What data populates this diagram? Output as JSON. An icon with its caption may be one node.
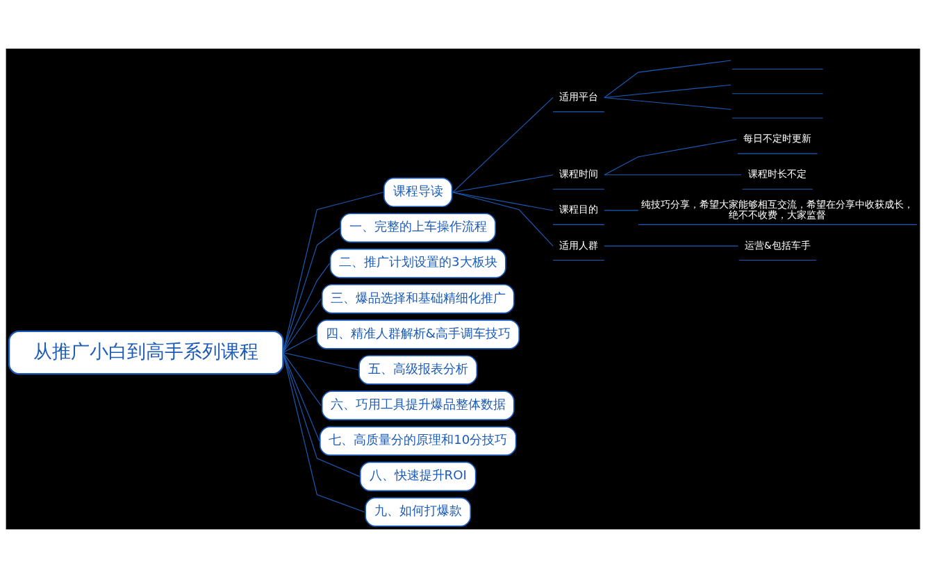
{
  "diagram": {
    "nodes": [
      {
        "text": [
          "从推广小白到高手系列课程"
        ]
      },
      {
        "text": [
          "课程导读"
        ]
      },
      {
        "text": [
          "适用平台"
        ]
      },
      {
        "text": [],
        "shape": "underline"
      },
      {
        "text": [],
        "shape": "underline"
      },
      {
        "text": [],
        "shape": "underline"
      },
      {
        "text": [
          "课程时间"
        ]
      },
      {
        "text": [
          "每日不定时更新"
        ]
      },
      {
        "text": [
          "课程时长不定"
        ]
      },
      {
        "text": [
          "课程目的"
        ]
      },
      {
        "text": [
          "纯技巧分享，希望大家能够相互交流，希望在分享中收获成长，绝不不收费，大家监督"
        ]
      },
      {
        "text": [
          "适用人群"
        ]
      },
      {
        "text": [
          "运营&包括车手"
        ]
      },
      {
        "text": [
          "一、完整的上车操作流程"
        ]
      },
      {
        "text": [
          "二、推广计划设置的3大板块"
        ]
      },
      {
        "text": [
          "三、爆品选择和基础精细化推广"
        ]
      },
      {
        "text": [
          "四、精准人群解析&高手调车技巧"
        ]
      },
      {
        "text": [
          "五、高级报表分析"
        ]
      },
      {
        "text": [
          "六、巧用工具提升爆品整体数据"
        ]
      },
      {
        "text": [
          "七、高质量分的原理和10分技巧"
        ]
      },
      {
        "text": [
          "八、快速提升ROI"
        ]
      },
      {
        "text": [
          "九、如何打爆款"
        ]
      }
    ],
    "edges": [
      {
        "from": 0,
        "to": 1,
        "arrow": "none"
      },
      {
        "from": 1,
        "to": 2,
        "arrow": "none"
      },
      {
        "from": 2,
        "to": 3,
        "arrow": "none"
      },
      {
        "from": 2,
        "to": 4,
        "arrow": "none"
      },
      {
        "from": 2,
        "to": 5,
        "arrow": "none"
      },
      {
        "from": 1,
        "to": 6,
        "arrow": "none"
      },
      {
        "from": 6,
        "to": 7,
        "arrow": "none"
      },
      {
        "from": 6,
        "to": 8,
        "arrow": "none"
      },
      {
        "from": 1,
        "to": 9,
        "arrow": "none"
      },
      {
        "from": 9,
        "to": 10,
        "arrow": "none"
      },
      {
        "from": 1,
        "to": 11,
        "arrow": "none"
      },
      {
        "from": 11,
        "to": 12,
        "arrow": "none"
      },
      {
        "from": 0,
        "to": 13,
        "arrow": "none"
      },
      {
        "from": 0,
        "to": 14,
        "arrow": "none"
      },
      {
        "from": 0,
        "to": 15,
        "arrow": "none"
      },
      {
        "from": 0,
        "to": 16,
        "arrow": "none"
      },
      {
        "from": 0,
        "to": 17,
        "arrow": "none"
      },
      {
        "from": 0,
        "to": 18,
        "arrow": "none"
      },
      {
        "from": 0,
        "to": 19,
        "arrow": "none"
      },
      {
        "from": 0,
        "to": 20,
        "arrow": "none"
      },
      {
        "from": 0,
        "to": 21,
        "arrow": "none"
      }
    ]
  }
}
